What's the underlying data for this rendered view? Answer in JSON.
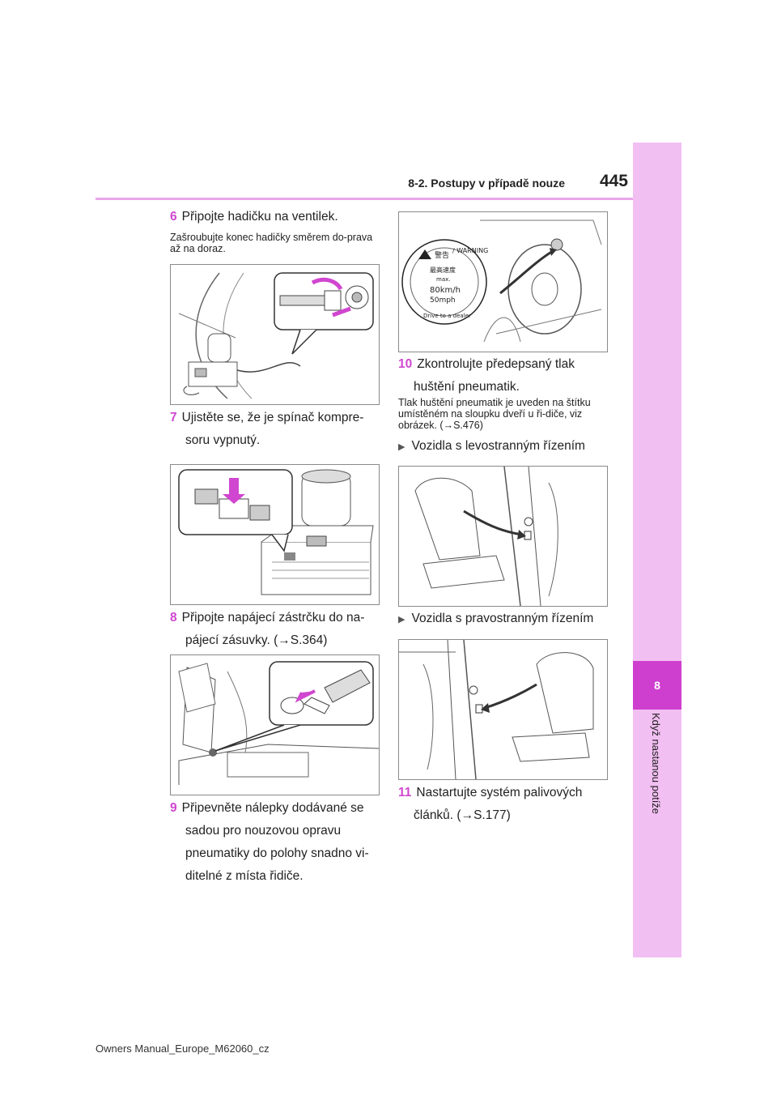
{
  "header": {
    "section": "8-2. Postupy v případě nouze",
    "page_number": "445"
  },
  "side_tab": {
    "chapter_number": "8",
    "chapter_title": "Když nastanou potíže"
  },
  "left_column": {
    "step6": {
      "num": "6",
      "text": "Připojte hadičku na ventilek.",
      "note": "Zašroubujte konec hadičky směrem do-prava až na doraz."
    },
    "step7": {
      "num": "7",
      "line1": "Ujistěte se, že je spínač kompre-",
      "line2": "soru vypnutý."
    },
    "step8": {
      "num": "8",
      "line1": "Připojte napájecí zástrčku do na-",
      "line2": "pájecí zásuvky. (→S.364)"
    },
    "step9": {
      "num": "9",
      "line1": "Připevněte nálepky dodávané se",
      "line2": "sadou pro nouzovou opravu",
      "line3": "pneumatiky do polohy snadno vi-",
      "line4": "ditelné z místa řidiče."
    }
  },
  "right_column": {
    "sticker": {
      "warn_jp": "警告",
      "warn_en": "/ WARNING",
      "max_jp": "最高速度",
      "max": "max.",
      "kmh": "80km/h",
      "mph": "50mph",
      "dealer": "Drive to a dealer"
    },
    "step10": {
      "num": "10",
      "line1": "Zkontrolujte předepsaný tlak",
      "line2": "huštění pneumatik.",
      "note": "Tlak huštění pneumatik je uveden na štítku umístěném na sloupku dveří u ři-diče, viz obrázek. (→S.476)"
    },
    "bullet_lhd": "Vozidla s levostranným řízením",
    "bullet_rhd": "Vozidla s pravostranným řízením",
    "step11": {
      "num": "11",
      "line1": "Nastartujte systém palivových",
      "line2": "článků. (→S.177)"
    }
  },
  "footer": "Owners Manual_Europe_M62060_cz",
  "colors": {
    "accent": "#d046d0",
    "tab": "#f2bff2",
    "tab_dark": "#cf3fcf",
    "rule": "#e9a6e9"
  }
}
